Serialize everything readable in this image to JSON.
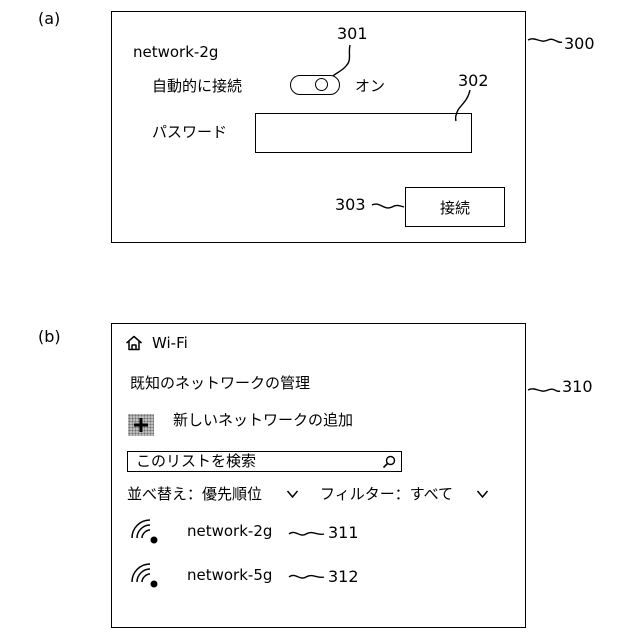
{
  "figure_a": {
    "panel_label": "(a)",
    "ref_panel": "300",
    "network_name": "network-2g",
    "auto_connect_label": "自動的に接続",
    "ref_toggle": "301",
    "toggle_state": "オン",
    "password_label": "パスワード",
    "ref_password": "302",
    "password_value": "",
    "ref_connect": "303",
    "connect_button": "接続"
  },
  "figure_b": {
    "panel_label": "(b)",
    "ref_panel": "310",
    "title": "Wi-Fi",
    "home_icon": "home-icon",
    "manage_heading": "既知のネットワークの管理",
    "add_network_label": "新しいネットワークの追加",
    "search_placeholder": "このリストを検索",
    "sort_label": "並べ替え：優先順位",
    "filter_label": "フィルター：すべて",
    "networks": [
      {
        "name": "network-2g",
        "ref": "311",
        "icon": "wifi-icon"
      },
      {
        "name": "network-5g",
        "ref": "312",
        "icon": "wifi-icon"
      }
    ]
  }
}
